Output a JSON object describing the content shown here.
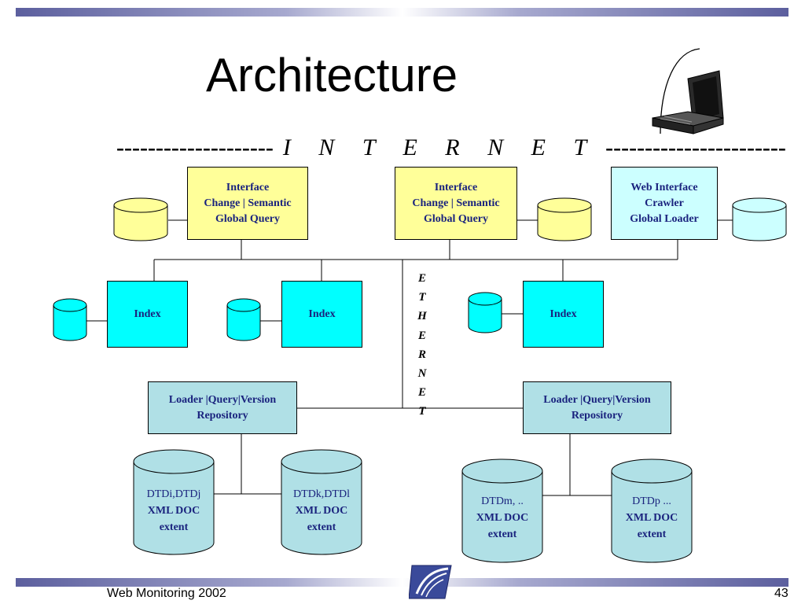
{
  "title": "Architecture",
  "internet": {
    "left_dashes": "--------------------",
    "word": "I N T E R N E T",
    "right_dashes": "-----------------------"
  },
  "ethernet_letters": [
    "E",
    "T",
    "H",
    "E",
    "R",
    "N",
    "E",
    "T"
  ],
  "top_boxes": [
    {
      "lines": [
        "Interface",
        "Change | Semantic",
        "Global Query"
      ]
    },
    {
      "lines": [
        "Interface",
        "Change | Semantic",
        "Global Query"
      ]
    },
    {
      "lines": [
        "Web Interface",
        "Crawler",
        "Global Loader"
      ]
    }
  ],
  "index_boxes": [
    {
      "label": "Index"
    },
    {
      "label": "Index"
    },
    {
      "label": "Index"
    }
  ],
  "loader_boxes": [
    {
      "lines": [
        "Loader |Query|Version",
        "Repository"
      ]
    },
    {
      "lines": [
        "Loader |Query|Version",
        "Repository"
      ]
    }
  ],
  "xml_dbs": [
    {
      "line1": "DTDi,DTDj",
      "line2": "XML DOC",
      "line3": "extent"
    },
    {
      "line1": "DTDk,DTDl",
      "line2": "XML DOC",
      "line3": "extent"
    },
    {
      "line1": "DTDm, ..",
      "line2": "XML DOC",
      "line3": "extent"
    },
    {
      "line1": "DTDp ...",
      "line2": "XML DOC",
      "line3": "extent"
    }
  ],
  "footer": {
    "left": "Web Monitoring 2002",
    "right": "43"
  },
  "colors": {
    "yellow": "#ffff99",
    "cyan": "#00ffff",
    "light_cyan": "#ccffff",
    "teal": "#b0e0e6",
    "label_blue": "#1a237e"
  },
  "icons": [
    "laptop-icon",
    "logo-icon"
  ]
}
